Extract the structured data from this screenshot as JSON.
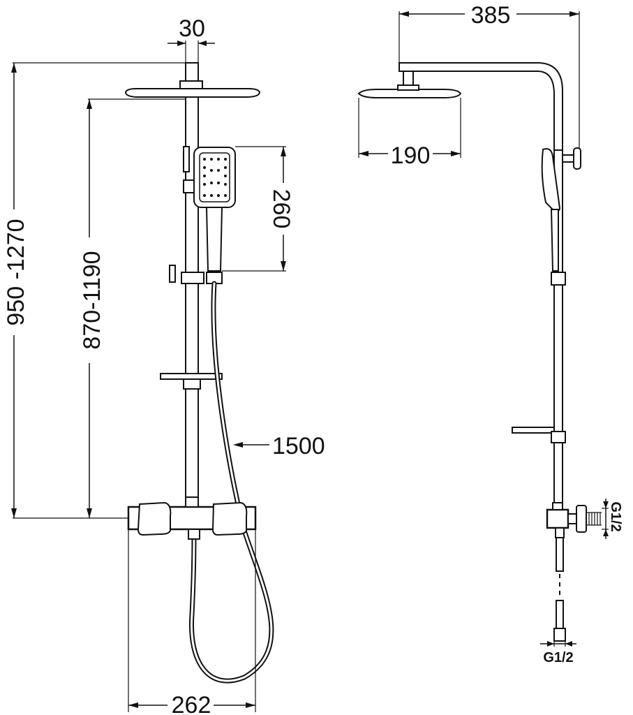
{
  "front_view": {
    "dimensions": {
      "width_top_pipe": "30",
      "height_total": "950 -1270",
      "height_head": "870-1190",
      "hand_shower_length": "260",
      "hose_length": "1500",
      "mixer_width": "262"
    }
  },
  "side_view": {
    "dimensions": {
      "arm_reach": "385",
      "head_diameter": "190",
      "inlet_side": "G1/2",
      "inlet_bottom": "G1/2"
    }
  }
}
